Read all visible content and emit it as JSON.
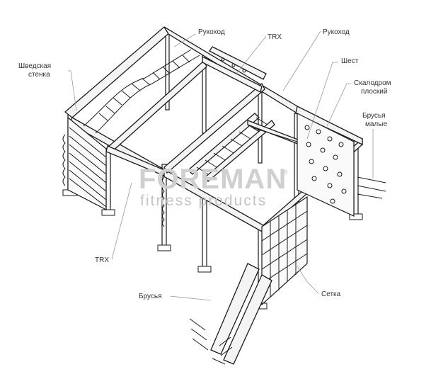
{
  "labels": {
    "swedish_wall": [
      "Шведская",
      "стенка"
    ],
    "monkey_bars_left": "Рукоход",
    "trx_top": "TRX",
    "monkey_bars_right": "Рукоход",
    "pole": "Шест",
    "climbing_wall": [
      "Скалодром",
      "плоский"
    ],
    "small_parallel_bars": [
      "Брусья",
      "малые"
    ],
    "trx_bottom": "TRX",
    "parallel_bars": "Брусья",
    "net": "Сетка"
  },
  "watermark": {
    "brand": "FOREMAN",
    "registered": "®",
    "tagline": "fitness products"
  },
  "colors": {
    "line": "#1a1a1a",
    "leader": "#9a9a9a",
    "label": "#333333",
    "watermark": "#cfcfcf"
  }
}
